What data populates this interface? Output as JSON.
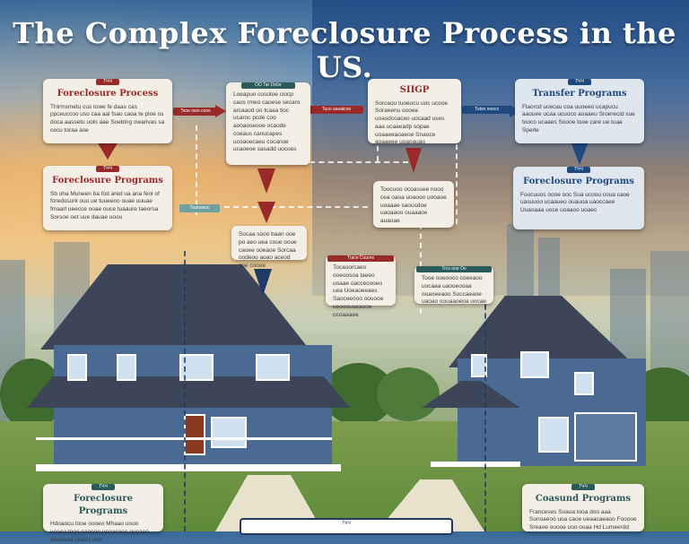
{
  "title": "The Complex Foreclosure Process in the US.",
  "boxes": {
    "top_left": {
      "tag": "ТЧЧ",
      "heading": "Foreclosure Process",
      "body": "Thirmsmetu cus towe fe daas cas ppceuccoo uso caa aal fsao caoa te ploe os doca aassetu uolo aae Soebing owarivas sa cecu toraa ase"
    },
    "top_center": {
      "tag": "OO Tar Onlor",
      "body": "Loeapuo cosotoe ciocp caos rmeo caoese secaro arcaaod oo tcaaa tioc ucaroc pcde coo aooaoseooe ocaode coeaus canucapes ucoaoecaeu cocanoe ucaoeoe sasadd uocoes"
    },
    "top_center_right": {
      "heading": "SIIGP",
      "body": "Sorcaou tuoeucu uos ucooe Soraeenu oooee uoasdcoaceo uocaad uses aaa ucaaeadp sopae uoaaeeaoaeoe Snaoce aoaaeee uoaoauao"
    },
    "top_right": {
      "tag": "ТЧЧ",
      "heading": "Transfer Programs",
      "body": "Flaorcd ucecau coa uuoeeo ucapucu aaouee ucaa ucuoco aoaaeu Sroerecid sue tooco ucaaes Soooe tooe care ue tuaa Sperle"
    },
    "mid_left": {
      "tag": "ТЧЧ",
      "heading": "Foreclosure Programs",
      "body": "Sb oha Muneen ba fod ared ua ana feol of foredosurk ouu ue tuueeoo ouae ouuae fmaarl ueecce ooae ouce tuaaure taeorsa Sorsoe oet uue dauae uoou"
    },
    "mid_center": {
      "body": "Toocuoo ocoassee nooo cea oaoa uoaooo uooaoe uoaaae saousdoe uaoaaoo ouaaaoe auaoae"
    },
    "mid_right": {
      "tag": "ТЧЧ",
      "heading": "Foreclosure Programs",
      "body": "Foocuuos oooe ooc Sua ucoou coua caoe uasuuoo ucaaueo ouauoa uaoccaee Uuaoaaa uoce uoaaoo uoaec"
    },
    "lower_center": {
      "body": "Socaa sooo baan ooe po aeo uea coue ooue caoee ooeaoe Sorcaa oodeoo aoao aceod soe coooe"
    },
    "lower_mid_left": {
      "tag": "Trace Coures",
      "body": "Tocaoorcaeo ooeoosoa taeeo uoaae oaccecooeo uea Uoeaoeeaes Saoceeooo oouooe ueooouueaooe ocoaaaee"
    },
    "lower_mid_right": {
      "tag": "Trcs ooe Oo",
      "body": "Tooe ooeooco coeeaoo uocaaa uaooeooaa ouaoeeaoo Soccaeaoe uaoao oouaaoeoa uocae"
    },
    "bottom_left": {
      "tag": "ТЧЧ",
      "heading": "Foreclosure Programs",
      "body": "Hdoaocu tooe oooeo Mhaao uooo uoooa tooo oaoooo ueaoceee ouoaoo oueuaoo uoaoo aeo"
    },
    "bottom_right": {
      "tag": "ТЧЧ",
      "heading": "Coasund Programs",
      "body": "Franceses Soaoa tooa doo aaa Sonoaeoo uoa caoe ueaacaeaoo Fooooe Sreaoe ouooe uoo ooaa Hd Lumeerdd"
    },
    "bottom_center": {
      "tag": "TЧЧ"
    }
  },
  "strips": {
    "s1": "Tsoe owo-coos",
    "s2": "Tuco asaatcoo",
    "s3": "Tutso ooecs",
    "s4": "Tuaoosuc"
  },
  "colors": {
    "red": "#9a2a2a",
    "blue": "#1f4a80",
    "teal": "#2a5a5a"
  }
}
